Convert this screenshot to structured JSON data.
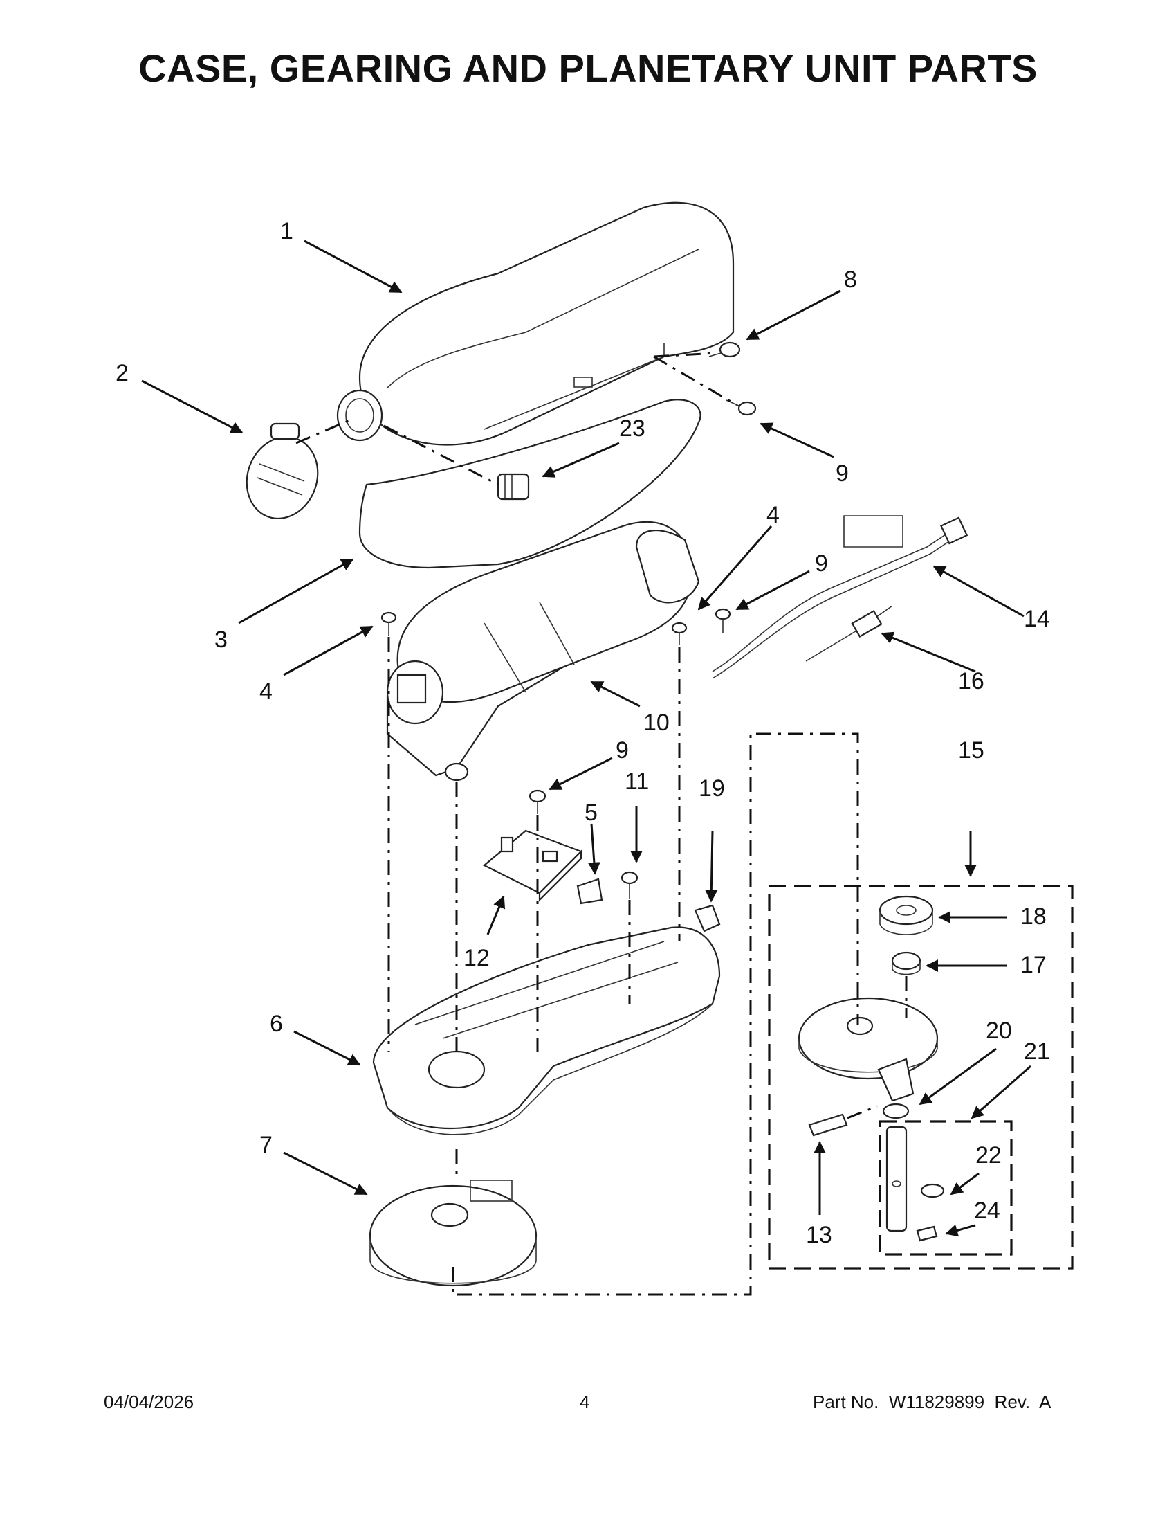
{
  "title": "CASE, GEARING AND PLANETARY UNIT PARTS",
  "callouts": [
    {
      "id": "c1",
      "text": "1"
    },
    {
      "id": "c2",
      "text": "2"
    },
    {
      "id": "c3",
      "text": "3"
    },
    {
      "id": "c4a",
      "text": "4"
    },
    {
      "id": "c4b",
      "text": "4"
    },
    {
      "id": "c5",
      "text": "5"
    },
    {
      "id": "c6",
      "text": "6"
    },
    {
      "id": "c7",
      "text": "7"
    },
    {
      "id": "c8",
      "text": "8"
    },
    {
      "id": "c9a",
      "text": "9"
    },
    {
      "id": "c9b",
      "text": "9"
    },
    {
      "id": "c9c",
      "text": "9"
    },
    {
      "id": "c10",
      "text": "10"
    },
    {
      "id": "c11",
      "text": "11"
    },
    {
      "id": "c12",
      "text": "12"
    },
    {
      "id": "c13",
      "text": "13"
    },
    {
      "id": "c14",
      "text": "14"
    },
    {
      "id": "c15",
      "text": "15"
    },
    {
      "id": "c16",
      "text": "16"
    },
    {
      "id": "c17",
      "text": "17"
    },
    {
      "id": "c18",
      "text": "18"
    },
    {
      "id": "c19",
      "text": "19"
    },
    {
      "id": "c20",
      "text": "20"
    },
    {
      "id": "c21",
      "text": "21"
    },
    {
      "id": "c22",
      "text": "22"
    },
    {
      "id": "c23",
      "text": "23"
    },
    {
      "id": "c24",
      "text": "24"
    }
  ],
  "footer": {
    "date": "04/04/2026",
    "page": "4",
    "part_no": "Part No.  W11829899  Rev.  A"
  }
}
